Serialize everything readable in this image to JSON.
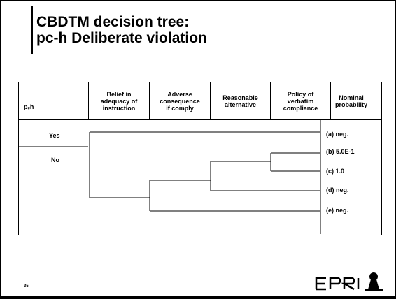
{
  "slide": {
    "title_line1": "CBDTM decision tree:",
    "title_line2": "pc-h  Deliberate violation",
    "page_number": "35"
  },
  "table": {
    "pch_label": "pₑh",
    "headers": [
      "Belief in\nadequacy of\ninstruction",
      "Adverse\nconsequence\nif comply",
      "Reasonable\nalternative",
      "Policy of\nverbatim\ncompliance",
      "Nominal\nprobability"
    ],
    "rows": [
      "Yes",
      "No"
    ],
    "outcomes": [
      "(a) neg.",
      "(b) 5.0E-1",
      "(c) 1.0",
      "(d) neg.",
      "(e) neg."
    ]
  },
  "logo": {
    "text": "EPRI"
  }
}
